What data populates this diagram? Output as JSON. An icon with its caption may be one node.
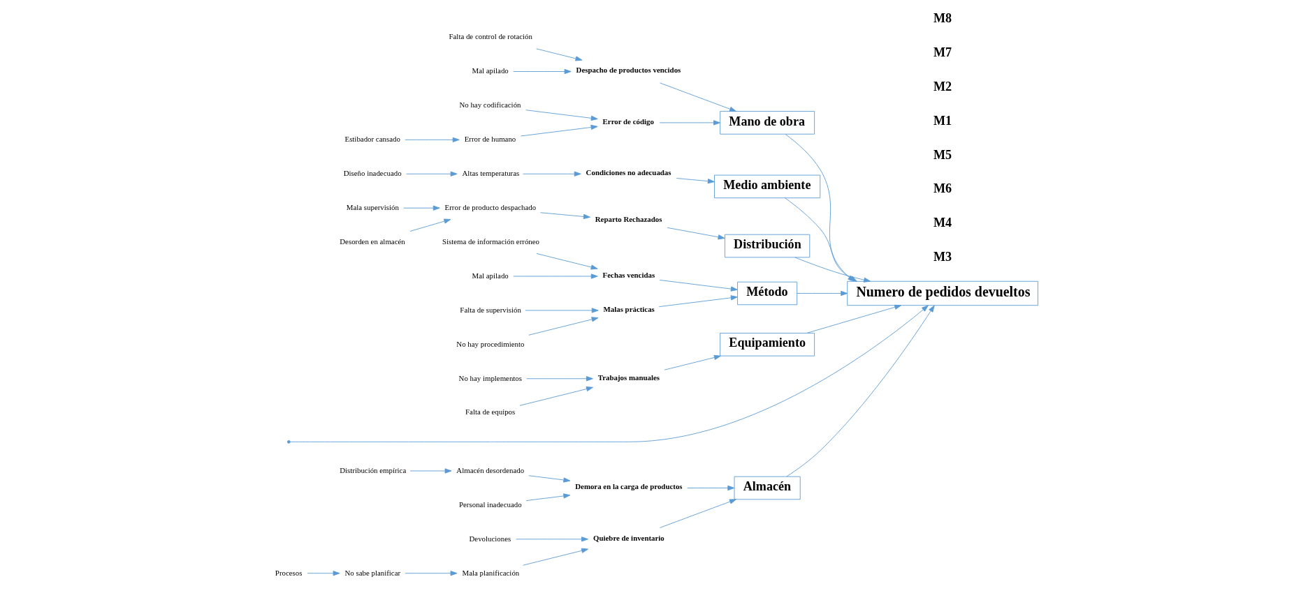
{
  "diagram": {
    "nodes": [
      {
        "text": [
          "Almacén"
        ]
      },
      {
        "text": [
          "Mano de obra"
        ]
      },
      {
        "text": [
          "Medio ambiente"
        ]
      },
      {
        "text": [
          "Distribución"
        ]
      },
      {
        "text": [
          "Método"
        ]
      },
      {
        "text": [
          "Equipamiento"
        ]
      },
      {
        "text": [
          "Numero de pedidos devueltos"
        ]
      },
      {
        "text": [
          "Distribución empírica"
        ]
      },
      {
        "text": [
          "Almacén desordenado"
        ]
      },
      {
        "text": [
          "Demora en la carga de productos"
        ]
      },
      {
        "text": [
          "Personal inadecuado"
        ]
      },
      {
        "text": [
          "Procesos"
        ]
      },
      {
        "text": [
          "No sabe planificar"
        ]
      },
      {
        "text": [
          "Devoluciones"
        ]
      },
      {
        "text": [
          "Mala planificación"
        ]
      },
      {
        "text": [
          "Quiebre de inventario"
        ]
      },
      {
        "text": [
          "Falta de control de rotación"
        ]
      },
      {
        "text": [
          "Despacho de productos vencidos"
        ]
      },
      {
        "text": [
          "Mal apilado"
        ]
      },
      {
        "text": [
          "No hay codificación"
        ]
      },
      {
        "text": [
          "Error de código"
        ]
      },
      {
        "text": [
          "Error de humano"
        ]
      },
      {
        "text": [
          "Estibador cansado"
        ]
      },
      {
        "text": [
          "Condiciones no adecuadas"
        ]
      },
      {
        "text": [
          "Altas temperaturas"
        ]
      },
      {
        "text": [
          "Diseño inadecuado"
        ]
      },
      {
        "text": [
          "Reparto Rechazados"
        ]
      },
      {
        "text": [
          "Error de producto despachado"
        ]
      },
      {
        "text": [
          "Mala supervisión"
        ]
      },
      {
        "text": [
          "Desorden en almacén"
        ]
      },
      {
        "text": [
          "Sistema de información erróneo"
        ]
      },
      {
        "text": [
          "Fechas vencidas"
        ]
      },
      {
        "text": [
          "Mal apilado"
        ]
      },
      {
        "text": [
          "Falta de supervisión"
        ]
      },
      {
        "text": [
          "Malas prácticas"
        ]
      },
      {
        "text": [
          "No hay procedimiento"
        ]
      },
      {
        "text": [
          "No hay implementos"
        ]
      },
      {
        "text": [
          "Trabajos manuales"
        ]
      },
      {
        "text": [
          "Falta de equipos"
        ]
      }
    ],
    "edges": [
      {
        "from": null,
        "to": 6,
        "arrow": "to"
      },
      {
        "from": 0,
        "to": 6,
        "arrow": "to"
      },
      {
        "from": 1,
        "to": 6,
        "arrow": "to"
      },
      {
        "from": 2,
        "to": 6,
        "arrow": "to"
      },
      {
        "from": 3,
        "to": 6,
        "arrow": "to"
      },
      {
        "from": 4,
        "to": 6,
        "arrow": "to"
      },
      {
        "from": 5,
        "to": 6,
        "arrow": "to"
      },
      {
        "from": 7,
        "to": 8,
        "arrow": "to"
      },
      {
        "from": 8,
        "to": 9,
        "arrow": "to"
      },
      {
        "from": 10,
        "to": 9,
        "arrow": "to"
      },
      {
        "from": 9,
        "to": 0,
        "arrow": "to"
      },
      {
        "from": 11,
        "to": 12,
        "arrow": "to"
      },
      {
        "from": 12,
        "to": 14,
        "arrow": "to"
      },
      {
        "from": 13,
        "to": 15,
        "arrow": "to"
      },
      {
        "from": 14,
        "to": 15,
        "arrow": "to"
      },
      {
        "from": 15,
        "to": 0,
        "arrow": "to"
      },
      {
        "from": 16,
        "to": 17,
        "arrow": "to"
      },
      {
        "from": 18,
        "to": 17,
        "arrow": "to"
      },
      {
        "from": 17,
        "to": 1,
        "arrow": "to"
      },
      {
        "from": 19,
        "to": 20,
        "arrow": "to"
      },
      {
        "from": 21,
        "to": 20,
        "arrow": "to"
      },
      {
        "from": 22,
        "to": 21,
        "arrow": "to"
      },
      {
        "from": 20,
        "to": 1,
        "arrow": "to"
      },
      {
        "from": 23,
        "to": 2,
        "arrow": "to"
      },
      {
        "from": 24,
        "to": 23,
        "arrow": "to"
      },
      {
        "from": 25,
        "to": 24,
        "arrow": "to"
      },
      {
        "from": 26,
        "to": 3,
        "arrow": "to"
      },
      {
        "from": 27,
        "to": 26,
        "arrow": "to"
      },
      {
        "from": 28,
        "to": 27,
        "arrow": "to"
      },
      {
        "from": 29,
        "to": 27,
        "arrow": "to"
      },
      {
        "from": 30,
        "to": 31,
        "arrow": "to"
      },
      {
        "from": 32,
        "to": 31,
        "arrow": "to"
      },
      {
        "from": 31,
        "to": 4,
        "arrow": "to"
      },
      {
        "from": 33,
        "to": 34,
        "arrow": "to"
      },
      {
        "from": 35,
        "to": 34,
        "arrow": "to"
      },
      {
        "from": 34,
        "to": 4,
        "arrow": "to"
      },
      {
        "from": 36,
        "to": 37,
        "arrow": "to"
      },
      {
        "from": 38,
        "to": 37,
        "arrow": "to"
      },
      {
        "from": 37,
        "to": 5,
        "arrow": "to"
      }
    ],
    "labels": [
      "M3",
      "M4",
      "M6",
      "M5",
      "M1",
      "M2",
      "M7",
      "M8"
    ]
  }
}
